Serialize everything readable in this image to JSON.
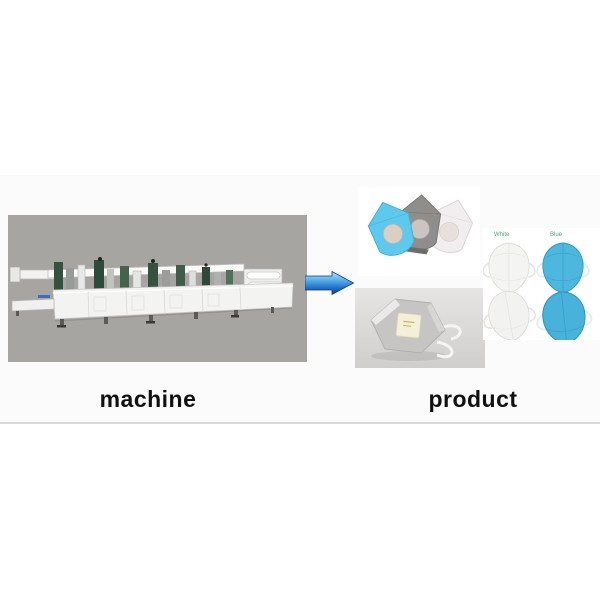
{
  "page": {
    "background_color": "#ffffff",
    "content_band_color": "#fbfbfb",
    "divider_color": "#d8d8d8"
  },
  "captions": {
    "machine": "machine",
    "product": "product"
  },
  "machine_photo": {
    "background_color": "#a7a5a2",
    "body_color": "#f3f3f1",
    "component_color": "#3d5a46",
    "logo_color": "#3a6fc4"
  },
  "arrow": {
    "icon": "right-arrow",
    "gradient_top": "#b8e6fa",
    "gradient_bottom": "#0a3f8f"
  },
  "product_photos": {
    "valve_masks": {
      "colors": [
        "#5ec9ec",
        "#908e8d",
        "#f2edef"
      ]
    },
    "gray_valve_mask": {
      "background_top": "#e6e5e3",
      "background_bottom": "#cfcecc",
      "mask_color": "#c7c5c3",
      "valve_color": "#f4efd8"
    },
    "color_variants": {
      "labels": [
        {
          "text": "White",
          "color": "#55a07e"
        },
        {
          "text": "Blue",
          "color": "#55a07e"
        }
      ],
      "white_color": "#f4f4f2",
      "blue_color": "#4db7de"
    }
  }
}
